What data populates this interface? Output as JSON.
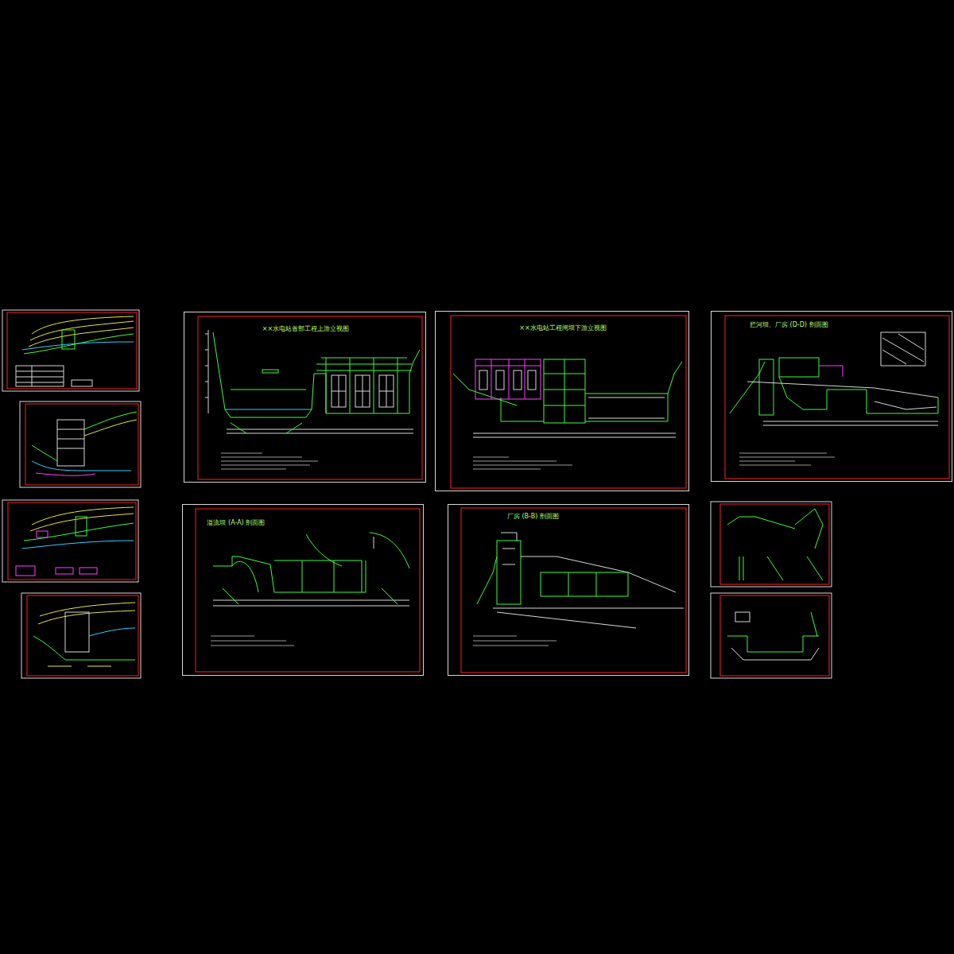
{
  "diagram": {
    "nodes": [
      {
        "text": [
          "××水电站首部工程上游立视图"
        ]
      },
      {
        "text": [
          "××水电站工程闸坝下游立视图"
        ]
      },
      {
        "text": [
          "拦河坝、厂房 (D-D) 剖面图"
        ]
      },
      {
        "text": [
          "溢流坝 (A-A) 剖面图"
        ]
      },
      {
        "text": [
          "厂房 (B-B) 剖面图"
        ]
      }
    ]
  }
}
